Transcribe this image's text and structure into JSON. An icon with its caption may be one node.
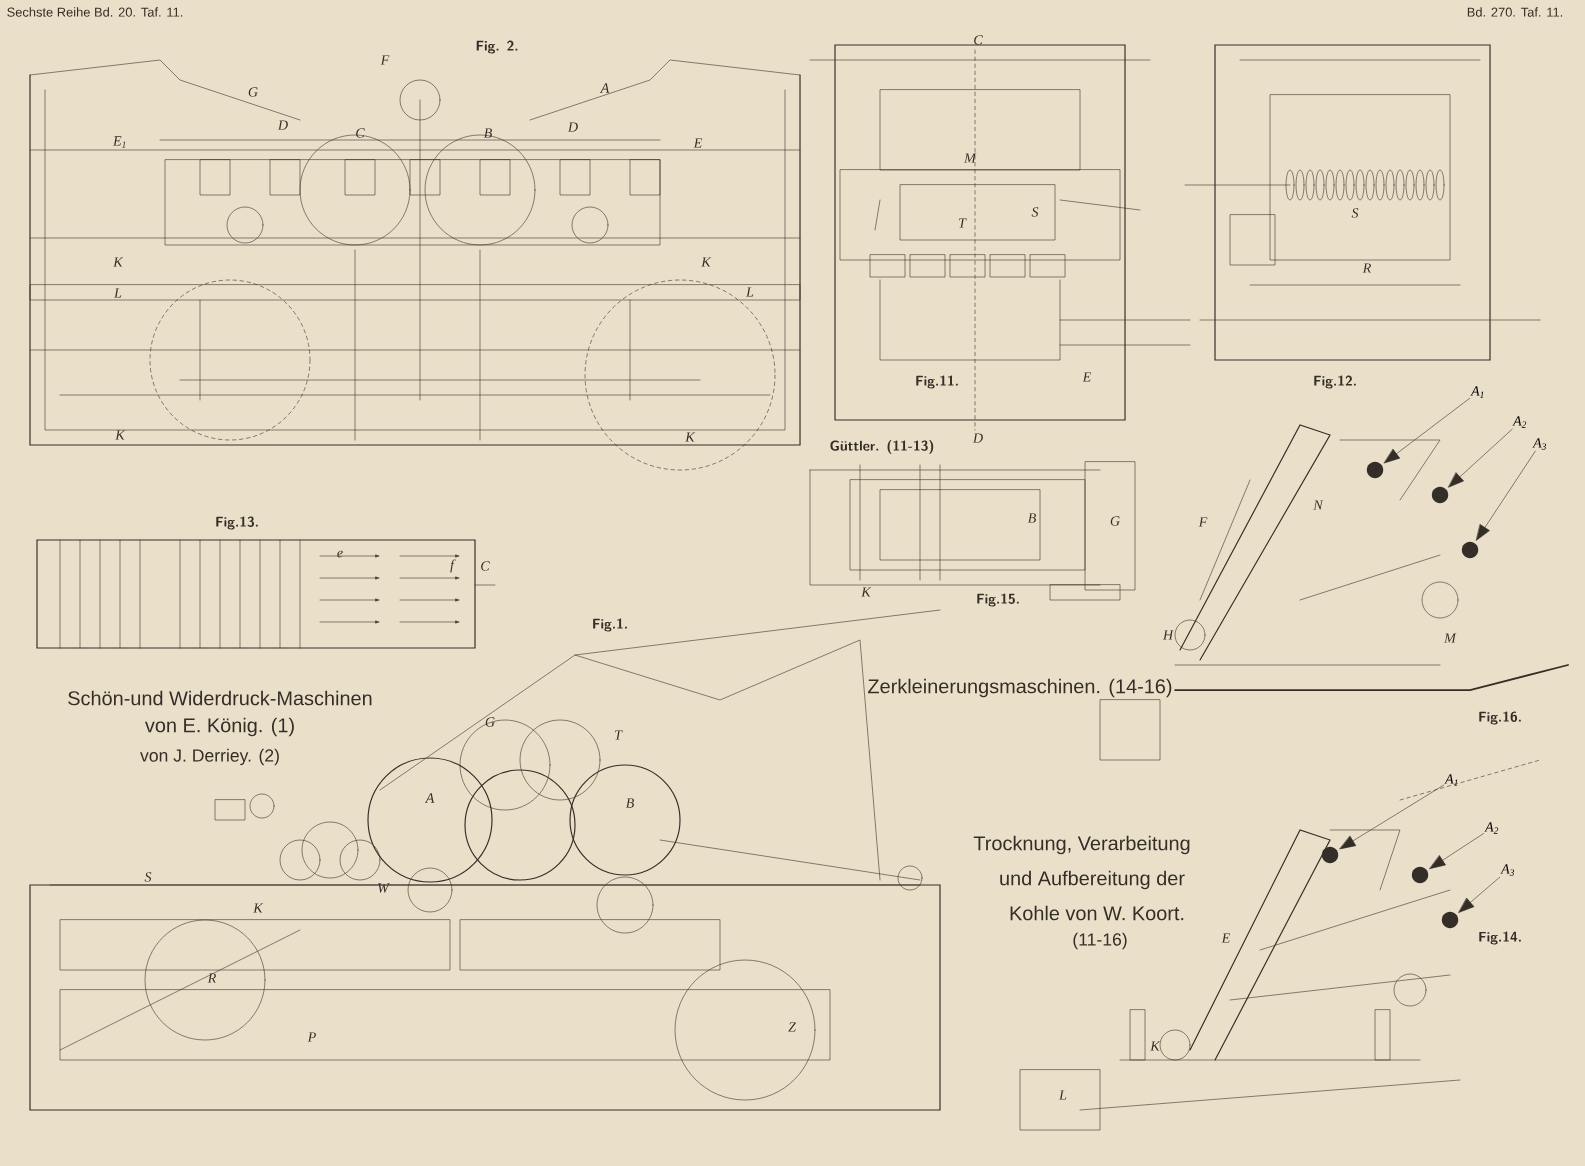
{
  "diagram": {
    "nodes": [
      {
        "text": [
          "A$_{1}$"
        ]
      },
      {
        "text": [
          "A$_{2}$"
        ]
      },
      {
        "text": [
          "A$_{3}$"
        ]
      },
      {
        "text": [
          "A$_{1}$"
        ]
      },
      {
        "text": [
          "A$_{2}$"
        ]
      },
      {
        "text": [
          "A$_{3}$"
        ]
      },
      {
        "text": [],
        "shape": "circle"
      },
      {
        "text": [],
        "shape": "circle"
      },
      {
        "text": [],
        "shape": "circle"
      },
      {
        "text": [],
        "shape": "circle"
      },
      {
        "text": [],
        "shape": "circle"
      },
      {
        "text": [],
        "shape": "circle"
      }
    ],
    "edges": [
      {
        "from": 0,
        "to": 6,
        "arrow": "to"
      },
      {
        "from": 1,
        "to": 7,
        "arrow": "to"
      },
      {
        "from": 2,
        "to": 8,
        "arrow": "to"
      },
      {
        "from": 3,
        "to": 9,
        "arrow": "to"
      },
      {
        "from": 4,
        "to": 10,
        "arrow": "to"
      },
      {
        "from": 5,
        "to": 11,
        "arrow": "to"
      }
    ],
    "labels": [
      "Sechste Reihe Bd. 20. Taf. 11.",
      "Bd. 270. Taf. 11.",
      "Fig. 2.",
      "F",
      "G",
      "A",
      "E$_{1}$",
      "D",
      "C",
      "B",
      "D",
      "E",
      "K",
      "L",
      "K",
      "L",
      "K",
      "K",
      "C",
      "M",
      "T",
      "S",
      "E",
      "D",
      "Fig.11.",
      "Fig.12.",
      "S",
      "R",
      "Güttler. (11-13)",
      "Fig.15.",
      "B",
      "G",
      "K",
      "Fig.13.",
      "C",
      "e",
      "f",
      "Schön-und Widerdruck-Maschinen",
      "von E. König. (1)",
      "von J. Derriey. (2)",
      "Zerkleinerungsmaschinen. (14-16)",
      "Fig.1.",
      "A",
      "B",
      "T",
      "G",
      "S",
      "K",
      "R",
      "Z",
      "W",
      "P",
      "Fig.16.",
      "F",
      "H",
      "M",
      "N",
      "Trocknung, Verarbeitung",
      "und Aufbereitung der",
      "Kohle von W. Koort.",
      "(11-16)",
      "E",
      "Fig.14.",
      "K",
      "L"
    ]
  }
}
